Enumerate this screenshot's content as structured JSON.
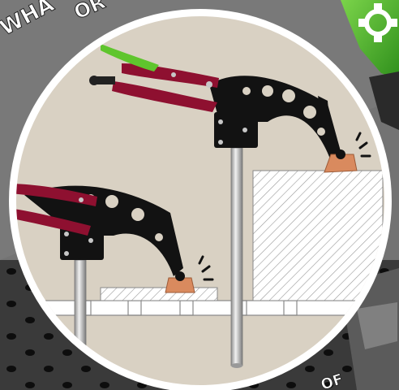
{
  "banner": {
    "headline": "WHA",
    "subline": "OR",
    "footer_text": "OF"
  },
  "brand": {
    "accent_green": "#4caf2a",
    "clamp_red": "#8e1030",
    "clamp_black": "#121212",
    "pad_copper": "#d98a5e",
    "illustration_bg": "#d9d1c3"
  },
  "icons": [
    "gear-icon",
    "welding-table-photo",
    "toggle-clamp-illustration"
  ]
}
